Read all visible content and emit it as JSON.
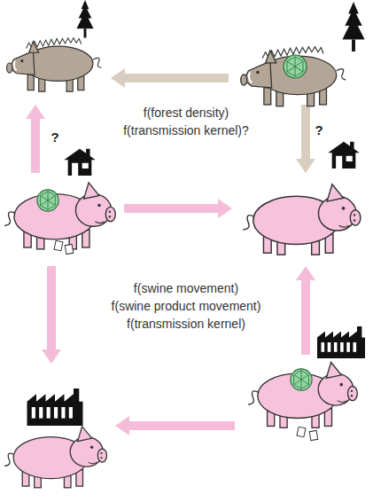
{
  "diagram": {
    "labels": [
      "f(forest density)",
      "f(transmission kernel)?",
      "f(swine movement)",
      "f(swine product movement)",
      "f(transmission kernel)",
      "?",
      "?"
    ]
  }
}
